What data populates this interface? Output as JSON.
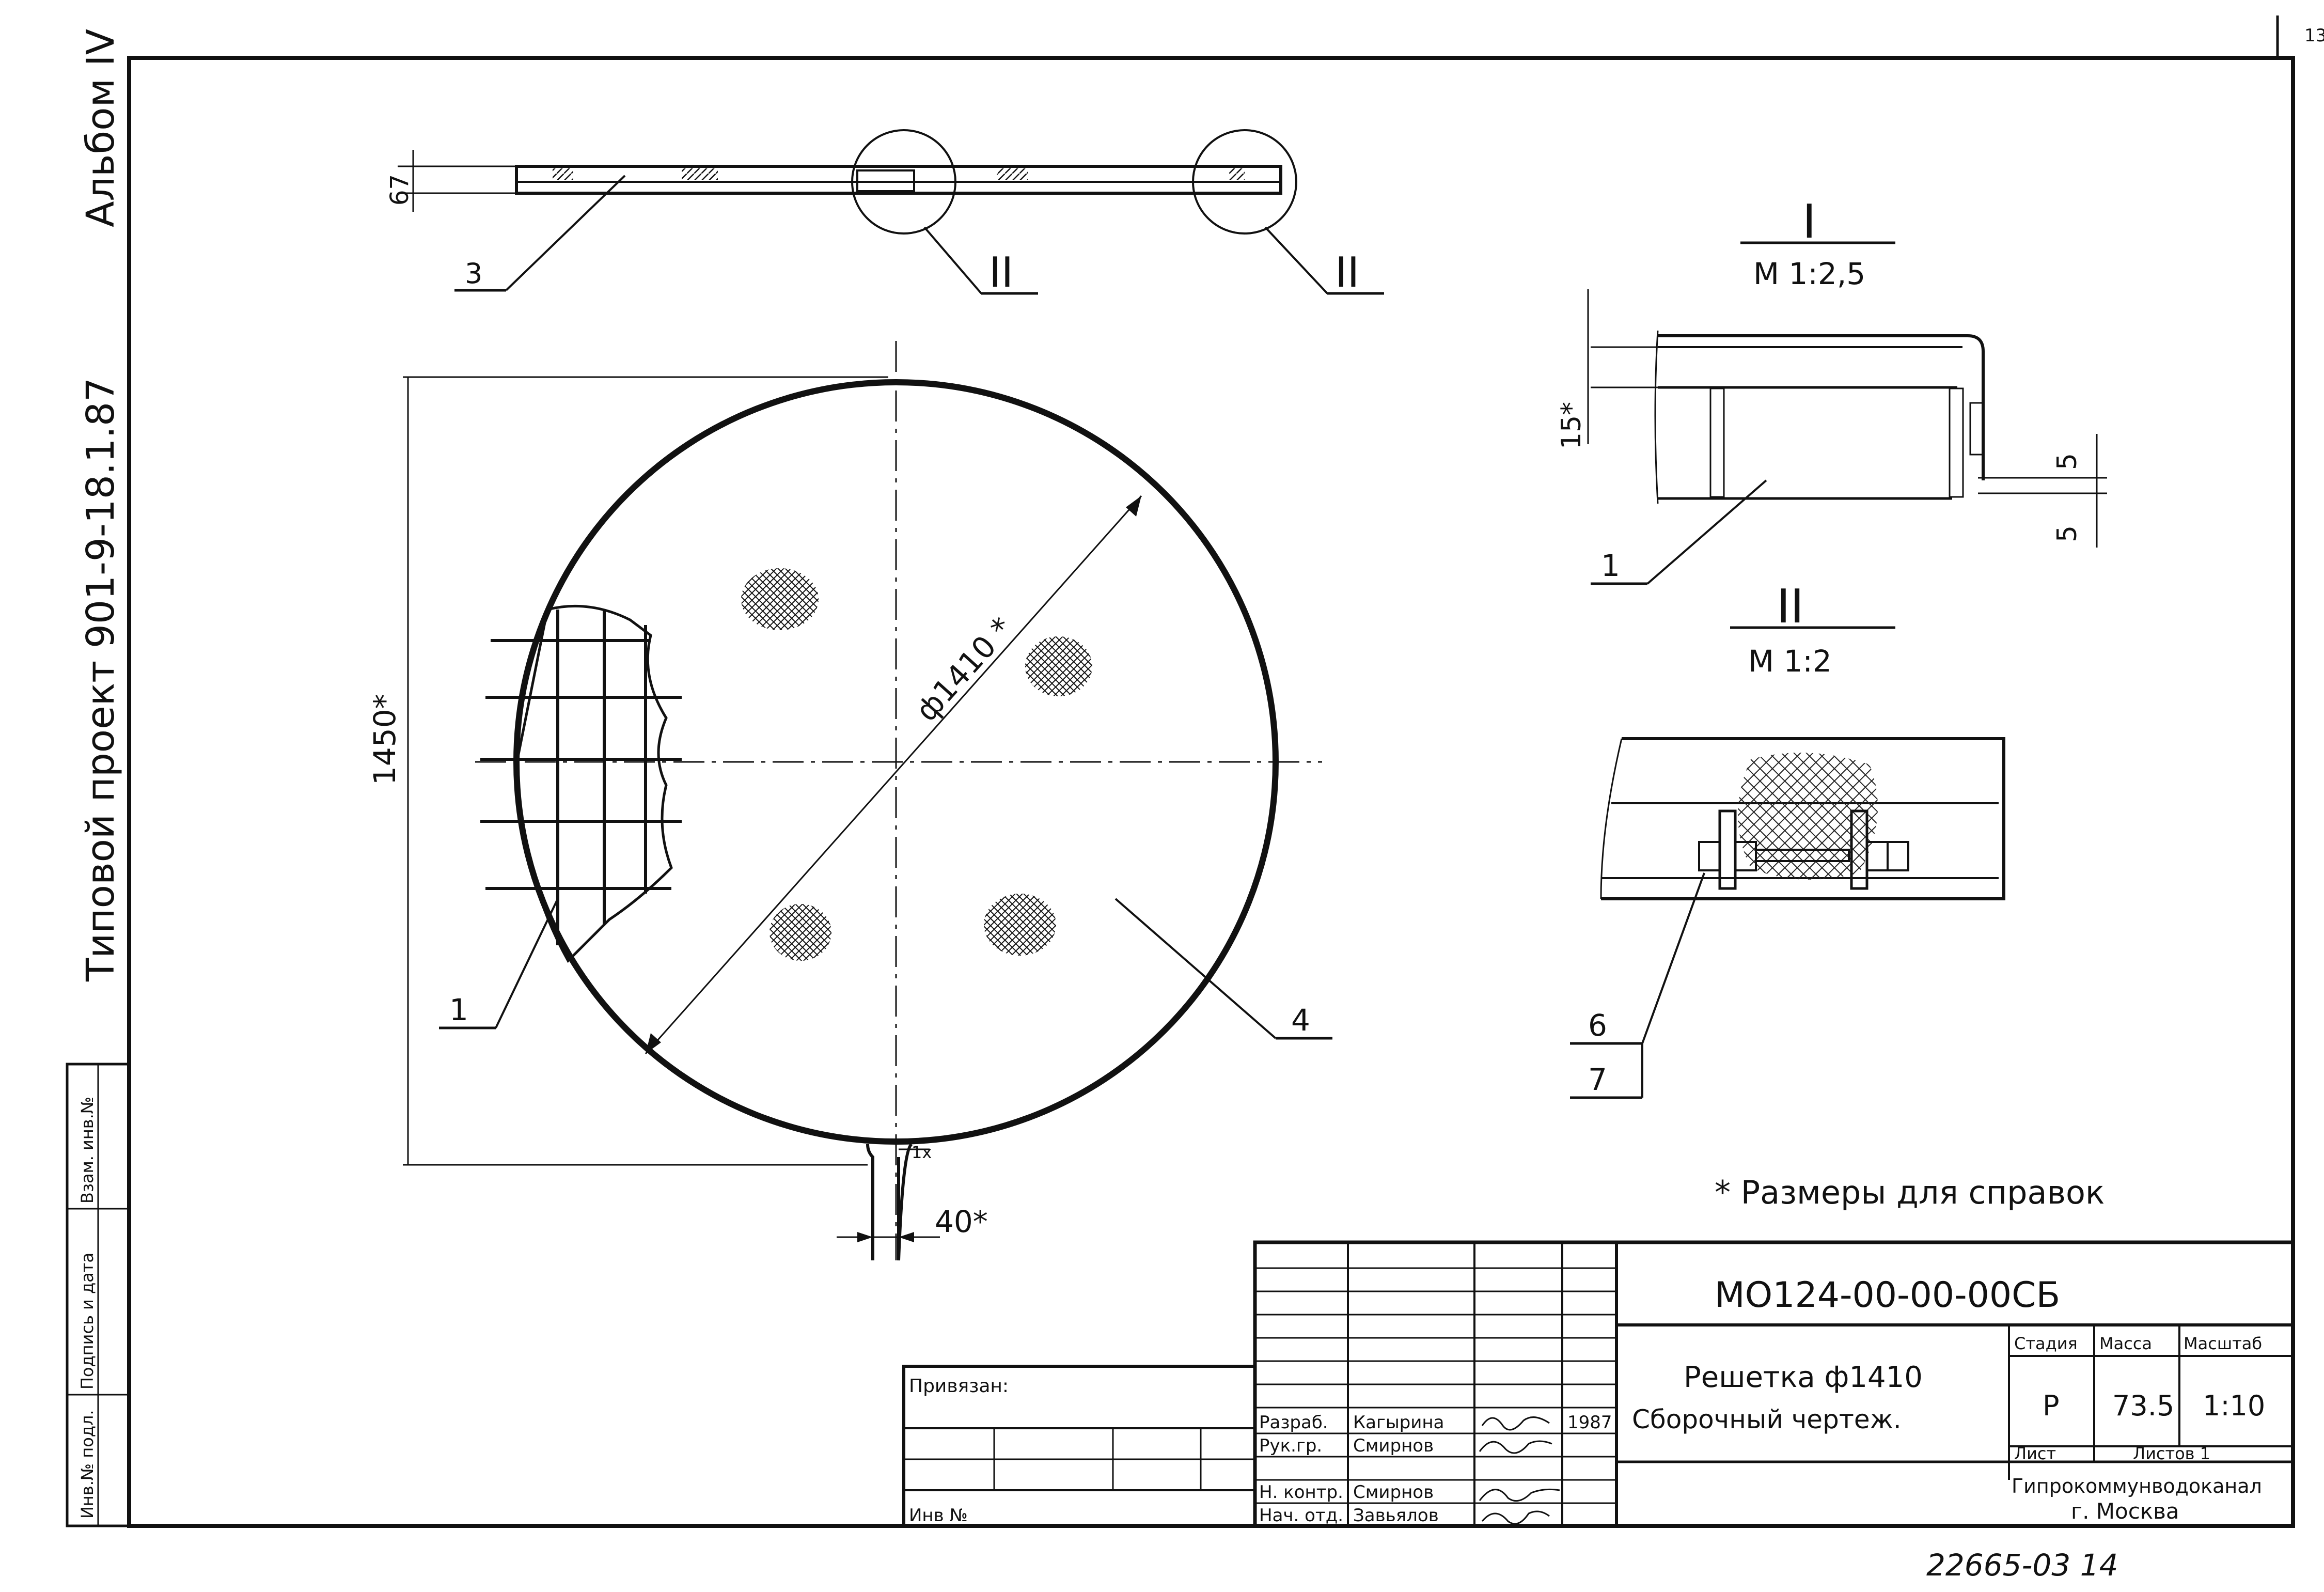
{
  "side_strip": {
    "album": "Альбом IV",
    "project": "Типовой проект 901-9-18.1.87",
    "inv_podl": "Инв.№ подл.",
    "podpis_data": "Подпись и дата",
    "vzam_inv": "Взам. инв.№"
  },
  "page_number": "13",
  "top_view": {
    "dim_67": "67",
    "leader_3": "3",
    "callout_left": "II",
    "callout_right": "II"
  },
  "main_view": {
    "dim_height": "1450*",
    "dim_diameter": "ф1410 *",
    "leader_1": "1",
    "leader_4": "4",
    "dim_tab_width": "40*",
    "dim_tab_small": "1x"
  },
  "detail_I": {
    "title": "I",
    "scale": "М 1:2,5",
    "dim_15": "15*",
    "dim_5a": "5",
    "dim_5b": "5",
    "leader_1": "1"
  },
  "detail_II": {
    "title": "II",
    "scale": "М 1:2",
    "leader_6": "6",
    "leader_7": "7"
  },
  "note": "* Размеры для справок",
  "title_block": {
    "doc_code": "МО124-00-00-00СБ",
    "privyazan": "Привязан:",
    "inv_no": "Инв №",
    "name_line1": "Решетка ф1410",
    "name_line2": "Сборочный чертеж.",
    "stadia_label": "Стадия",
    "massa_label": "Масса",
    "masshtab_label": "Масштаб",
    "stadia_value": "Р",
    "massa_value": "73.5",
    "masshtab_value": "1:10",
    "list_label": "Лист",
    "listov_label": "Листов 1",
    "org_line1": "Гипрокоммунводоканал",
    "org_line2": "г. Москва",
    "rows": [
      {
        "role": "Разраб.",
        "name": "Кагырина",
        "date": "1987"
      },
      {
        "role": "Рук.гр.",
        "name": "Смирнов",
        "date": ""
      },
      {
        "role": "Н. контр.",
        "name": "Смирнов",
        "date": ""
      },
      {
        "role": "Нач. отд.",
        "name": "Завьялов",
        "date": ""
      }
    ]
  },
  "footer_code": "22665-03  14"
}
